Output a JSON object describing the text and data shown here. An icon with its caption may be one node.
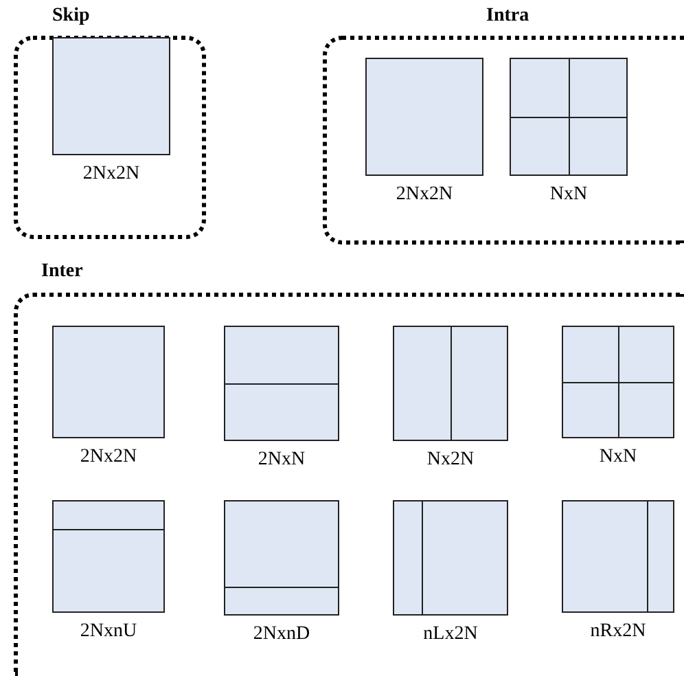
{
  "diagram": {
    "nodes": [
      {
        "text": [
          "Skip"
        ]
      },
      {
        "text": [],
        "shape": "box",
        "in": 0,
        "beside": [
          "2Nx2N"
        ]
      },
      {
        "text": [
          "Intra"
        ]
      },
      {
        "text": [],
        "shape": "box",
        "in": 2,
        "beside": [
          "2Nx2N"
        ]
      },
      {
        "text": [],
        "shape": "box",
        "in": 2,
        "beside": [
          "NxN"
        ]
      },
      {
        "text": [
          "Inter"
        ]
      },
      {
        "text": [],
        "shape": "box",
        "in": 5,
        "beside": [
          "2Nx2N"
        ]
      },
      {
        "text": [],
        "shape": "box",
        "in": 5,
        "beside": [
          "2NxN"
        ]
      },
      {
        "text": [],
        "shape": "box",
        "in": 5,
        "beside": [
          "Nx2N"
        ]
      },
      {
        "text": [],
        "shape": "box",
        "in": 5,
        "beside": [
          "NxN"
        ]
      },
      {
        "text": [],
        "shape": "box",
        "in": 5,
        "beside": [
          "2NxnU"
        ]
      },
      {
        "text": [],
        "shape": "box",
        "in": 5,
        "beside": [
          "2NxnD"
        ]
      },
      {
        "text": [],
        "shape": "box",
        "in": 5,
        "beside": [
          "nLx2N"
        ]
      },
      {
        "text": [],
        "shape": "box",
        "in": 5,
        "beside": [
          "nRx2N"
        ]
      }
    ]
  }
}
